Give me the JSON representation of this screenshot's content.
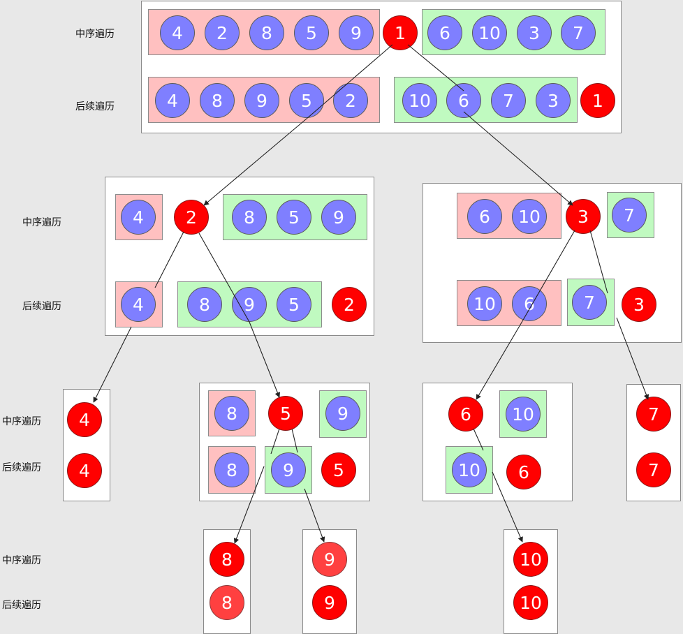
{
  "labels": {
    "inorder": "中序遍历",
    "postorder": "后续遍历"
  },
  "levels": [
    {
      "inorder": {
        "left": [
          "4",
          "2",
          "8",
          "5",
          "9"
        ],
        "root": "1",
        "right": [
          "6",
          "10",
          "3",
          "7"
        ]
      },
      "postorder": {
        "left": [
          "4",
          "8",
          "9",
          "5",
          "2"
        ],
        "right": [
          "10",
          "6",
          "7",
          "3"
        ],
        "root": "1"
      }
    },
    {
      "inorder": {
        "left": [
          "4"
        ],
        "root": "2",
        "right": [
          "8",
          "5",
          "9"
        ]
      },
      "postorder": {
        "left": [
          "4"
        ],
        "right": [
          "8",
          "9",
          "5"
        ],
        "root": "2"
      }
    },
    {
      "inorder": {
        "left": [
          "6",
          "10"
        ],
        "root": "3",
        "right": [
          "7"
        ]
      },
      "postorder": {
        "left": [
          "10",
          "6"
        ],
        "right": [
          "7"
        ],
        "root": "3"
      }
    },
    {
      "inorder": {
        "root": "4"
      },
      "postorder": {
        "root": "4"
      }
    },
    {
      "inorder": {
        "left": [
          "8"
        ],
        "root": "5",
        "right": [
          "9"
        ]
      },
      "postorder": {
        "left": [
          "8"
        ],
        "right": [
          "9"
        ],
        "root": "5"
      }
    },
    {
      "inorder": {
        "root": "6",
        "right": [
          "10"
        ]
      },
      "postorder": {
        "right": [
          "10"
        ],
        "root": "6"
      }
    },
    {
      "inorder": {
        "root": "7"
      },
      "postorder": {
        "root": "7"
      }
    },
    {
      "inorder": {
        "root": "8"
      },
      "postorder": {
        "root": "8"
      }
    },
    {
      "inorder": {
        "root": "9"
      },
      "postorder": {
        "root": "9"
      }
    },
    {
      "inorder": {
        "root": "10"
      },
      "postorder": {
        "root": "10"
      }
    }
  ],
  "colors": {
    "left_group": "#ffc0c0",
    "right_group": "#c0fac0",
    "subtree_node": "#7f7fff",
    "root_node": "#ff0000",
    "background": "#e8e8e8"
  }
}
